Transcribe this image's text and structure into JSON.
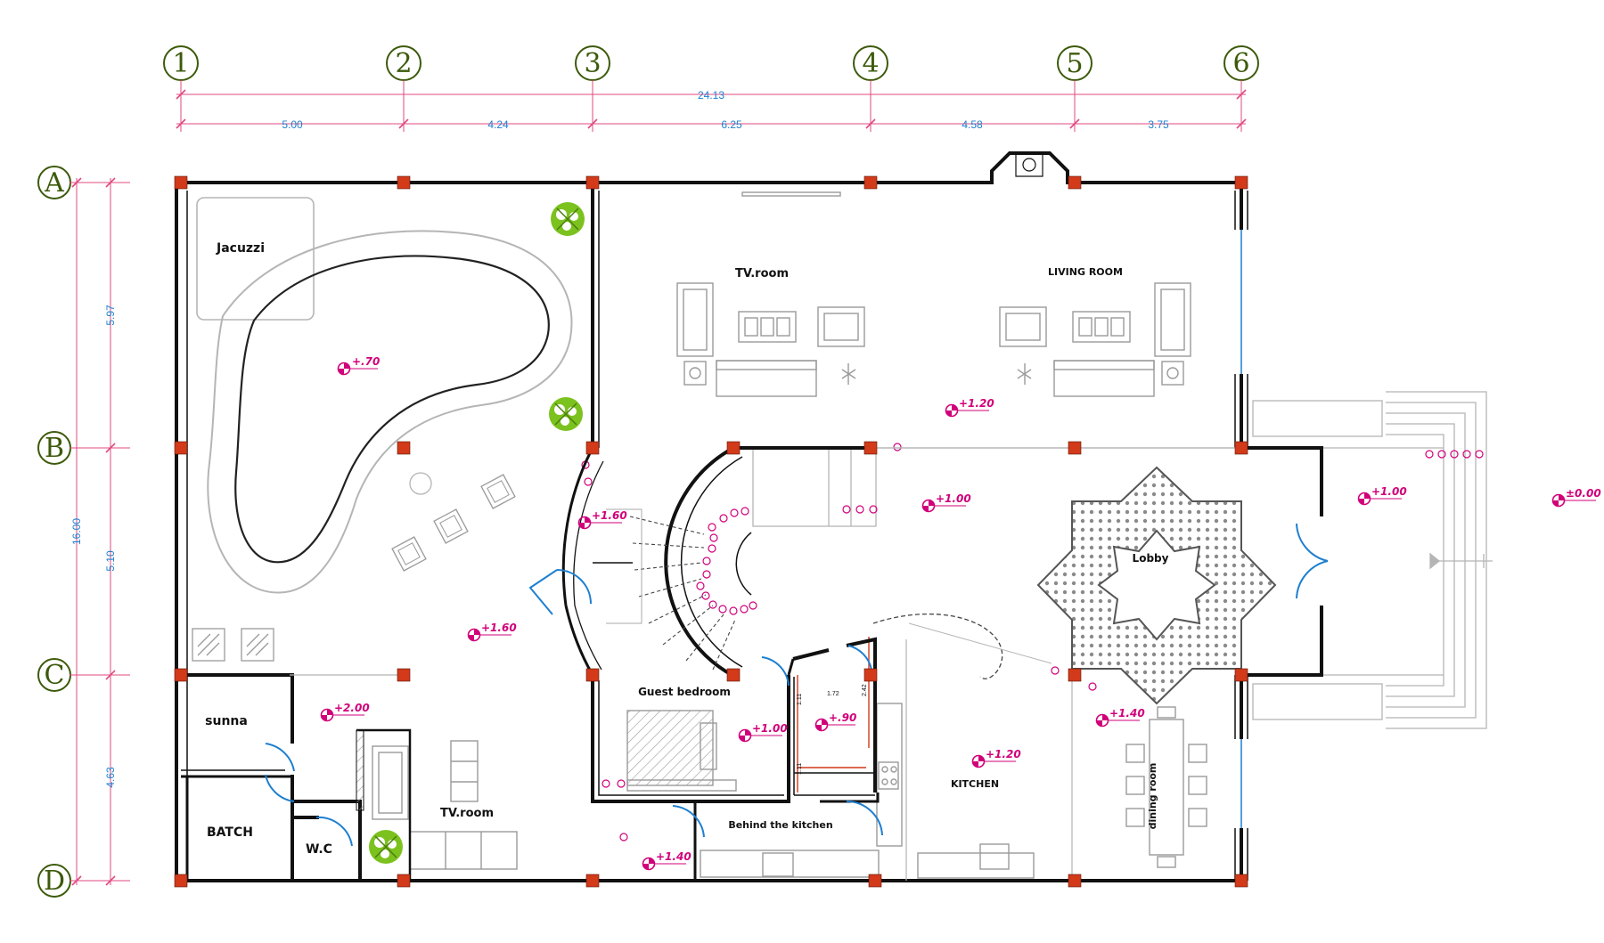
{
  "plan": {
    "grid_columns": [
      "1",
      "2",
      "3",
      "4",
      "5",
      "6"
    ],
    "grid_rows": [
      "A",
      "B",
      "C",
      "D"
    ],
    "dimensions": {
      "overall_horizontal": "24.13",
      "horizontal": [
        "5.00",
        "4.24",
        "6.25",
        "4.58",
        "3.75"
      ],
      "overall_vertical": "16.00",
      "vertical": [
        "5.97",
        "5.10",
        "4.63"
      ]
    },
    "rooms": {
      "jacuzzi": "Jacuzzi",
      "tv_room_1": "TV.room",
      "living_room": "LIVING ROOM",
      "lobby": "Lobby",
      "guest_bedroom": "Guest bedroom",
      "sunna": "sunna",
      "batch": "BATCH",
      "wc": "W.C",
      "tv_room_2": "TV.room",
      "behind_kitchen": "Behind the kitchen",
      "kitchen": "KITCHEN",
      "dining_room": "dining room"
    },
    "levels": {
      "pool": "+.70",
      "living": "+1.20",
      "hall": "+1.00",
      "terrace": "+1.00",
      "outside": "±0.00",
      "stair": "+1.60",
      "patio": "+1.60",
      "sunna": "+2.00",
      "guest": "+1.00",
      "store": "+.90",
      "kitchen": "+1.20",
      "dining": "+1.40",
      "behind_kitchen": "+1.40"
    },
    "small_dims": [
      "1.72",
      "1.11",
      "1.11",
      "2.42"
    ],
    "colors": {
      "wall": "#111111",
      "column": "#d23a1a",
      "grid_label": "#3d5a0b",
      "dimension_line": "#e0487f",
      "dimension_text": "#1e7fd0",
      "level_marker": "#d1007a",
      "door": "#1e7fd0",
      "furniture": "#9a9a9a",
      "plant": "#7cc21f"
    }
  }
}
